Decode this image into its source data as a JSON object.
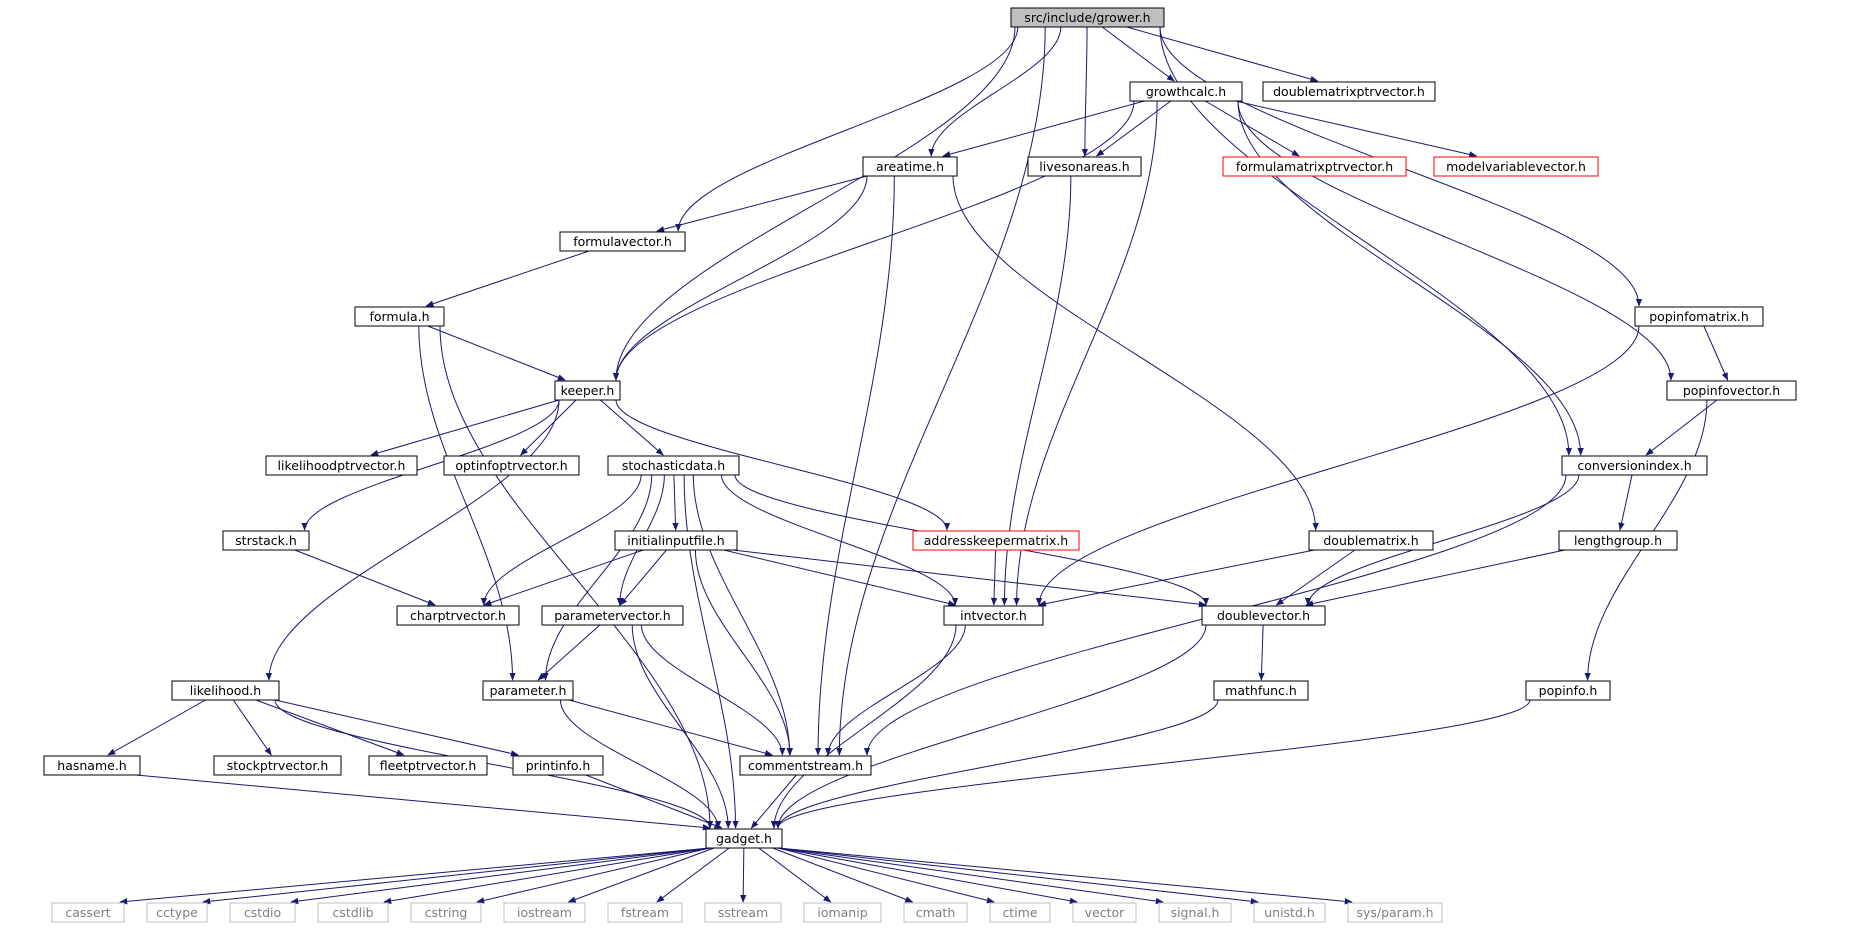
{
  "graph": {
    "colors": {
      "edge": "#191970",
      "node_border": "#000000",
      "node_fill": "#ffffff",
      "root_fill": "#bfbfbf",
      "missing_border": "#ff0000",
      "system_border": "#bfbfbf",
      "system_text": "#7f7f7f"
    },
    "nodes": [
      {
        "id": "grower",
        "label": "src/include/grower.h",
        "kind": "root"
      },
      {
        "id": "growthcalc",
        "label": "growthcalc.h",
        "kind": "normal"
      },
      {
        "id": "doublematrixptrvector",
        "label": "doublematrixptrvector.h",
        "kind": "normal"
      },
      {
        "id": "areatime",
        "label": "areatime.h",
        "kind": "normal"
      },
      {
        "id": "livesonareas",
        "label": "livesonareas.h",
        "kind": "normal"
      },
      {
        "id": "formulamatrixptrvector",
        "label": "formulamatrixptrvector.h",
        "kind": "missing"
      },
      {
        "id": "modelvariablevector",
        "label": "modelvariablevector.h",
        "kind": "missing"
      },
      {
        "id": "formulavector",
        "label": "formulavector.h",
        "kind": "normal"
      },
      {
        "id": "formula",
        "label": "formula.h",
        "kind": "normal"
      },
      {
        "id": "popinfomatrix",
        "label": "popinfomatrix.h",
        "kind": "normal"
      },
      {
        "id": "keeper",
        "label": "keeper.h",
        "kind": "normal"
      },
      {
        "id": "popinfovector",
        "label": "popinfovector.h",
        "kind": "normal"
      },
      {
        "id": "likelihoodptrvector",
        "label": "likelihoodptrvector.h",
        "kind": "normal"
      },
      {
        "id": "optinfoptrvector",
        "label": "optinfoptrvector.h",
        "kind": "normal"
      },
      {
        "id": "stochasticdata",
        "label": "stochasticdata.h",
        "kind": "normal"
      },
      {
        "id": "conversionindex",
        "label": "conversionindex.h",
        "kind": "normal"
      },
      {
        "id": "strstack",
        "label": "strstack.h",
        "kind": "normal"
      },
      {
        "id": "initialinputfile",
        "label": "initialinputfile.h",
        "kind": "normal"
      },
      {
        "id": "addresskeepermatrix",
        "label": "addresskeepermatrix.h",
        "kind": "missing"
      },
      {
        "id": "doublematrix",
        "label": "doublematrix.h",
        "kind": "normal"
      },
      {
        "id": "lengthgroup",
        "label": "lengthgroup.h",
        "kind": "normal"
      },
      {
        "id": "charptrvector",
        "label": "charptrvector.h",
        "kind": "normal"
      },
      {
        "id": "parametervector",
        "label": "parametervector.h",
        "kind": "normal"
      },
      {
        "id": "intvector",
        "label": "intvector.h",
        "kind": "normal"
      },
      {
        "id": "doublevector",
        "label": "doublevector.h",
        "kind": "normal"
      },
      {
        "id": "likelihood",
        "label": "likelihood.h",
        "kind": "normal"
      },
      {
        "id": "parameter",
        "label": "parameter.h",
        "kind": "normal"
      },
      {
        "id": "mathfunc",
        "label": "mathfunc.h",
        "kind": "normal"
      },
      {
        "id": "popinfo",
        "label": "popinfo.h",
        "kind": "normal"
      },
      {
        "id": "hasname",
        "label": "hasname.h",
        "kind": "normal"
      },
      {
        "id": "stockptrvector",
        "label": "stockptrvector.h",
        "kind": "normal"
      },
      {
        "id": "fleetptrvector",
        "label": "fleetptrvector.h",
        "kind": "normal"
      },
      {
        "id": "printinfo",
        "label": "printinfo.h",
        "kind": "normal"
      },
      {
        "id": "commentstream",
        "label": "commentstream.h",
        "kind": "normal"
      },
      {
        "id": "gadget",
        "label": "gadget.h",
        "kind": "normal"
      },
      {
        "id": "cassert",
        "label": "cassert",
        "kind": "system"
      },
      {
        "id": "cctype",
        "label": "cctype",
        "kind": "system"
      },
      {
        "id": "cstdio",
        "label": "cstdio",
        "kind": "system"
      },
      {
        "id": "cstdlib",
        "label": "cstdlib",
        "kind": "system"
      },
      {
        "id": "cstring",
        "label": "cstring",
        "kind": "system"
      },
      {
        "id": "iostream",
        "label": "iostream",
        "kind": "system"
      },
      {
        "id": "fstream",
        "label": "fstream",
        "kind": "system"
      },
      {
        "id": "sstream",
        "label": "sstream",
        "kind": "system"
      },
      {
        "id": "iomanip",
        "label": "iomanip",
        "kind": "system"
      },
      {
        "id": "cmath",
        "label": "cmath",
        "kind": "system"
      },
      {
        "id": "ctime",
        "label": "ctime",
        "kind": "system"
      },
      {
        "id": "vector",
        "label": "vector",
        "kind": "system"
      },
      {
        "id": "signal",
        "label": "signal.h",
        "kind": "system"
      },
      {
        "id": "unistd",
        "label": "unistd.h",
        "kind": "system"
      },
      {
        "id": "sysparam",
        "label": "sys/param.h",
        "kind": "system"
      }
    ],
    "edges": [
      [
        "grower",
        "growthcalc"
      ],
      [
        "grower",
        "doublematrixptrvector"
      ],
      [
        "grower",
        "areatime"
      ],
      [
        "grower",
        "livesonareas"
      ],
      [
        "grower",
        "formulavector"
      ],
      [
        "grower",
        "keeper"
      ],
      [
        "grower",
        "commentstream"
      ],
      [
        "grower",
        "popinfomatrix"
      ],
      [
        "grower",
        "conversionindex"
      ],
      [
        "growthcalc",
        "areatime"
      ],
      [
        "growthcalc",
        "livesonareas"
      ],
      [
        "growthcalc",
        "formulamatrixptrvector"
      ],
      [
        "growthcalc",
        "modelvariablevector"
      ],
      [
        "growthcalc",
        "keeper"
      ],
      [
        "growthcalc",
        "intvector"
      ],
      [
        "growthcalc",
        "conversionindex"
      ],
      [
        "growthcalc",
        "popinfovector"
      ],
      [
        "areatime",
        "formulavector"
      ],
      [
        "areatime",
        "keeper"
      ],
      [
        "areatime",
        "commentstream"
      ],
      [
        "areatime",
        "doublematrix"
      ],
      [
        "livesonareas",
        "intvector"
      ],
      [
        "formulavector",
        "formula"
      ],
      [
        "formula",
        "keeper"
      ],
      [
        "formula",
        "parameter"
      ],
      [
        "formula",
        "gadget"
      ],
      [
        "popinfomatrix",
        "popinfovector"
      ],
      [
        "popinfomatrix",
        "intvector"
      ],
      [
        "popinfovector",
        "conversionindex"
      ],
      [
        "popinfovector",
        "popinfo"
      ],
      [
        "keeper",
        "likelihoodptrvector"
      ],
      [
        "keeper",
        "optinfoptrvector"
      ],
      [
        "keeper",
        "stochasticdata"
      ],
      [
        "keeper",
        "addresskeepermatrix"
      ],
      [
        "keeper",
        "strstack"
      ],
      [
        "keeper",
        "likelihood"
      ],
      [
        "stochasticdata",
        "initialinputfile"
      ],
      [
        "stochasticdata",
        "charptrvector"
      ],
      [
        "stochasticdata",
        "parametervector"
      ],
      [
        "stochasticdata",
        "intvector"
      ],
      [
        "stochasticdata",
        "doublevector"
      ],
      [
        "stochasticdata",
        "commentstream"
      ],
      [
        "stochasticdata",
        "gadget"
      ],
      [
        "stochasticdata",
        "parameter"
      ],
      [
        "conversionindex",
        "lengthgroup"
      ],
      [
        "conversionindex",
        "doublevector"
      ],
      [
        "conversionindex",
        "commentstream"
      ],
      [
        "strstack",
        "charptrvector"
      ],
      [
        "initialinputfile",
        "charptrvector"
      ],
      [
        "initialinputfile",
        "parametervector"
      ],
      [
        "initialinputfile",
        "intvector"
      ],
      [
        "initialinputfile",
        "doublevector"
      ],
      [
        "initialinputfile",
        "commentstream"
      ],
      [
        "addresskeepermatrix",
        "intvector"
      ],
      [
        "doublematrix",
        "intvector"
      ],
      [
        "doublematrix",
        "doublevector"
      ],
      [
        "lengthgroup",
        "doublevector"
      ],
      [
        "parametervector",
        "parameter"
      ],
      [
        "parametervector",
        "commentstream"
      ],
      [
        "parametervector",
        "gadget"
      ],
      [
        "intvector",
        "commentstream"
      ],
      [
        "intvector",
        "gadget"
      ],
      [
        "doublevector",
        "mathfunc"
      ],
      [
        "doublevector",
        "gadget"
      ],
      [
        "likelihood",
        "hasname"
      ],
      [
        "likelihood",
        "stockptrvector"
      ],
      [
        "likelihood",
        "fleetptrvector"
      ],
      [
        "likelihood",
        "printinfo"
      ],
      [
        "likelihood",
        "gadget"
      ],
      [
        "parameter",
        "commentstream"
      ],
      [
        "parameter",
        "gadget"
      ],
      [
        "mathfunc",
        "gadget"
      ],
      [
        "popinfo",
        "gadget"
      ],
      [
        "hasname",
        "gadget"
      ],
      [
        "printinfo",
        "gadget"
      ],
      [
        "commentstream",
        "gadget"
      ],
      [
        "gadget",
        "cassert"
      ],
      [
        "gadget",
        "cctype"
      ],
      [
        "gadget",
        "cstdio"
      ],
      [
        "gadget",
        "cstdlib"
      ],
      [
        "gadget",
        "cstring"
      ],
      [
        "gadget",
        "iostream"
      ],
      [
        "gadget",
        "fstream"
      ],
      [
        "gadget",
        "sstream"
      ],
      [
        "gadget",
        "iomanip"
      ],
      [
        "gadget",
        "cmath"
      ],
      [
        "gadget",
        "ctime"
      ],
      [
        "gadget",
        "vector"
      ],
      [
        "gadget",
        "signal"
      ],
      [
        "gadget",
        "unistd"
      ],
      [
        "gadget",
        "sysparam"
      ]
    ]
  }
}
